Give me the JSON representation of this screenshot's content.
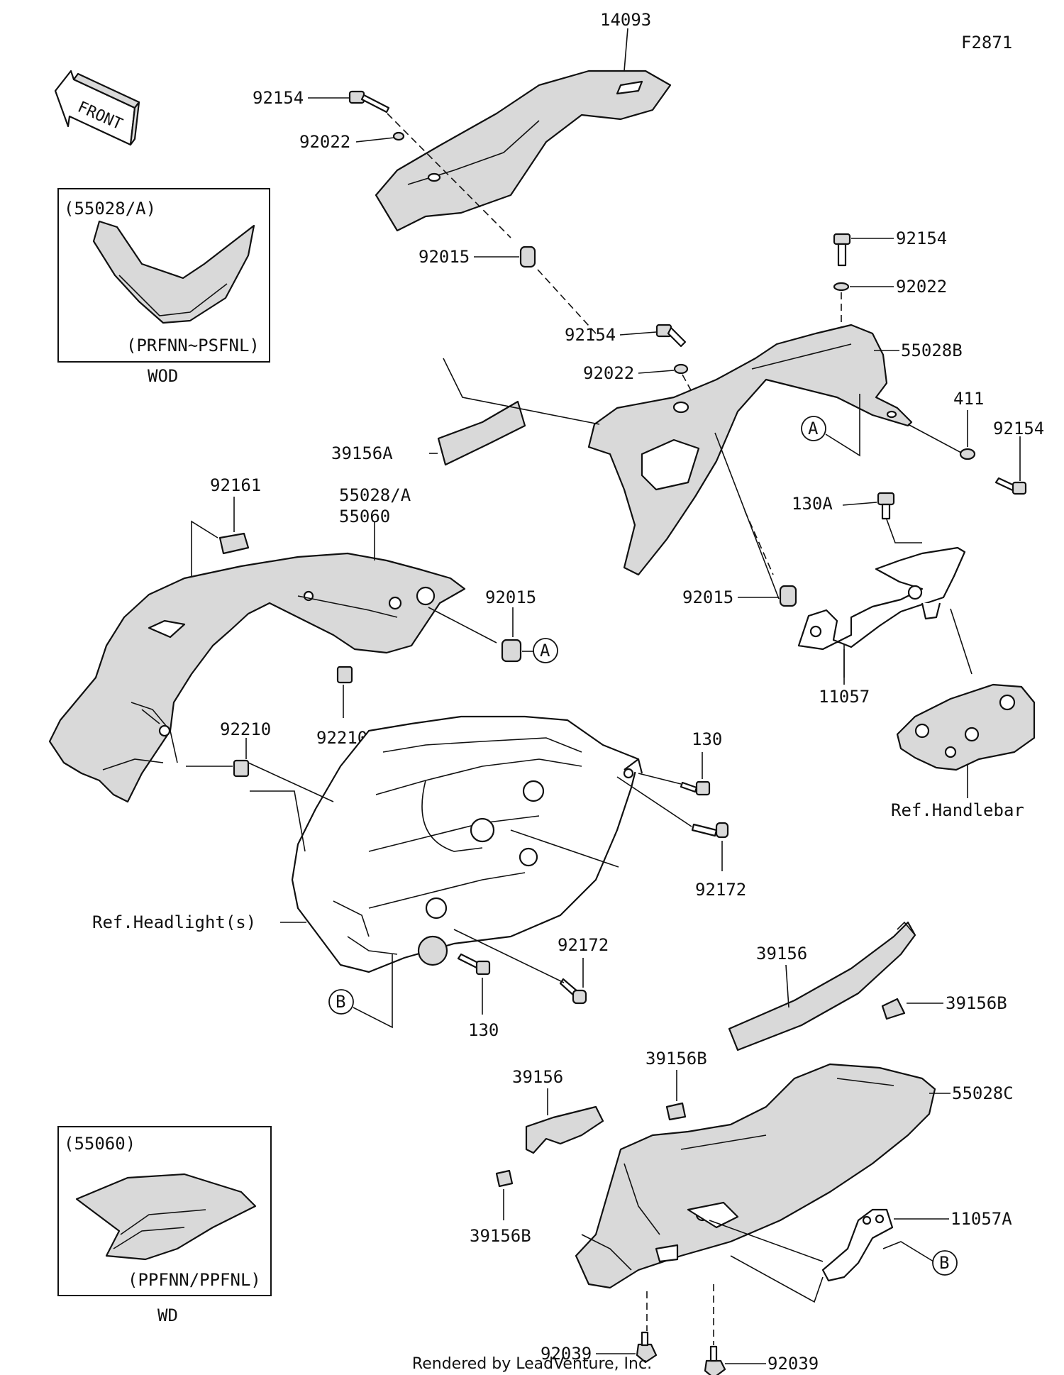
{
  "diagram": {
    "figure_id": "F2871",
    "front_arrow": "FRONT",
    "footer": "Rendered by LeadVenture, Inc."
  },
  "insets": {
    "wod": {
      "code": "(55028/A)",
      "variant": "(PRFNN~PSFNL)",
      "caption": "WOD"
    },
    "wd": {
      "code": "(55060)",
      "variant": "(PPFNN/PPFNL)",
      "caption": "WD"
    }
  },
  "callouts": {
    "a": "A",
    "b": "B"
  },
  "labels": {
    "p14093": "14093",
    "p92154_top": "92154",
    "p92022_top": "92022",
    "p92015_top": "92015",
    "p92154_r1": "92154",
    "p92022_r1": "92022",
    "p92154_mid": "92154",
    "p92022_mid": "92022",
    "p55028b": "55028B",
    "p411": "411",
    "p92154_r2": "92154",
    "p39156a": "39156A",
    "p92161": "92161",
    "p55028a": "55028/A",
    "p55060": "55060",
    "p92015_mid": "92015",
    "p130a": "130A",
    "p92015_right": "92015",
    "p11057": "11057",
    "p92210_left": "92210",
    "p92210_mid": "92210",
    "p130_top": "130",
    "p92172_r": "92172",
    "ref_handlebar": "Ref.Handlebar",
    "ref_headlight": "Ref.Headlight(s)",
    "p92172_b": "92172",
    "p130_b": "130",
    "p39156_r": "39156",
    "p39156b_r": "39156B",
    "p39156b_mid": "39156B",
    "p39156_l": "39156",
    "p55028c": "55028C",
    "p39156b_l": "39156B",
    "p11057a": "11057A",
    "p92039_l": "92039",
    "p92039_r": "92039"
  }
}
